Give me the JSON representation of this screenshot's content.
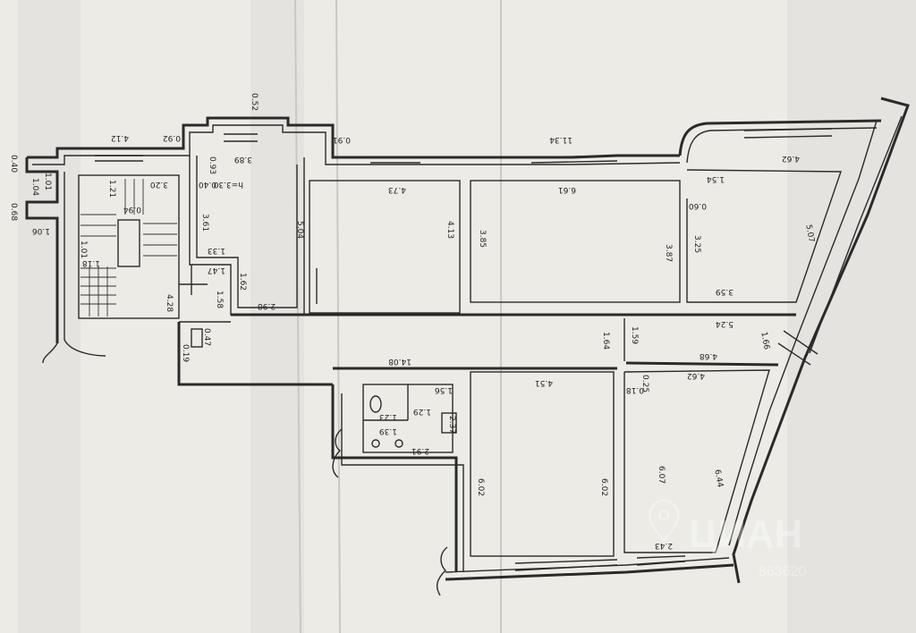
{
  "plan": {
    "labels": {
      "d412": "4.12",
      "d092": "0.92",
      "d052": "0.52",
      "d091": "0.91",
      "d1134": "11.34",
      "d462top": "4.62",
      "d040": "0.40",
      "d104": "1.04",
      "d068": "0.68",
      "d106": "1.06",
      "d118": "1.18",
      "d101": "1.01",
      "d121": "1.21",
      "d320": "3.20",
      "d094": "0.94",
      "d093": "0.93",
      "d389": "3.89",
      "dh330": "h=3.30",
      "d040b": "0.40",
      "d361": "3.61",
      "d504": "5.04",
      "d473": "4.73",
      "d413": "4.13",
      "d661": "6.61",
      "d385": "3.85",
      "d387": "3.87",
      "d154": "1.54",
      "d060": "0.60",
      "d325": "3.25",
      "d507": "5.07",
      "d359": "3.59",
      "d133": "1.33",
      "d147": "1.47",
      "d162": "1.62",
      "d158": "1.58",
      "d298": "2.98",
      "d428": "4.28",
      "d047": "0.47",
      "d019": "0.19",
      "d1408": "14.08",
      "d156": "1.56",
      "d129": "1.29",
      "d123": "1.23",
      "d237": "2.37",
      "d139": "1.39",
      "d291": "2.91",
      "d451": "4.51",
      "d602a": "6.02",
      "d602b": "6.02",
      "d164": "1.64",
      "d159": "1.59",
      "d524": "5.24",
      "d468": "4.68",
      "d462mid": "4.62",
      "d025": "0.25",
      "d018": "0.18",
      "d166": "1.66",
      "d607": "6.07",
      "d644": "6.44",
      "d243": "2.43"
    },
    "watermark": {
      "brand": "ЦИАН",
      "code": "863620"
    },
    "colors": {
      "paper": "#ecebe6",
      "ink": "#2a2a2a"
    }
  }
}
